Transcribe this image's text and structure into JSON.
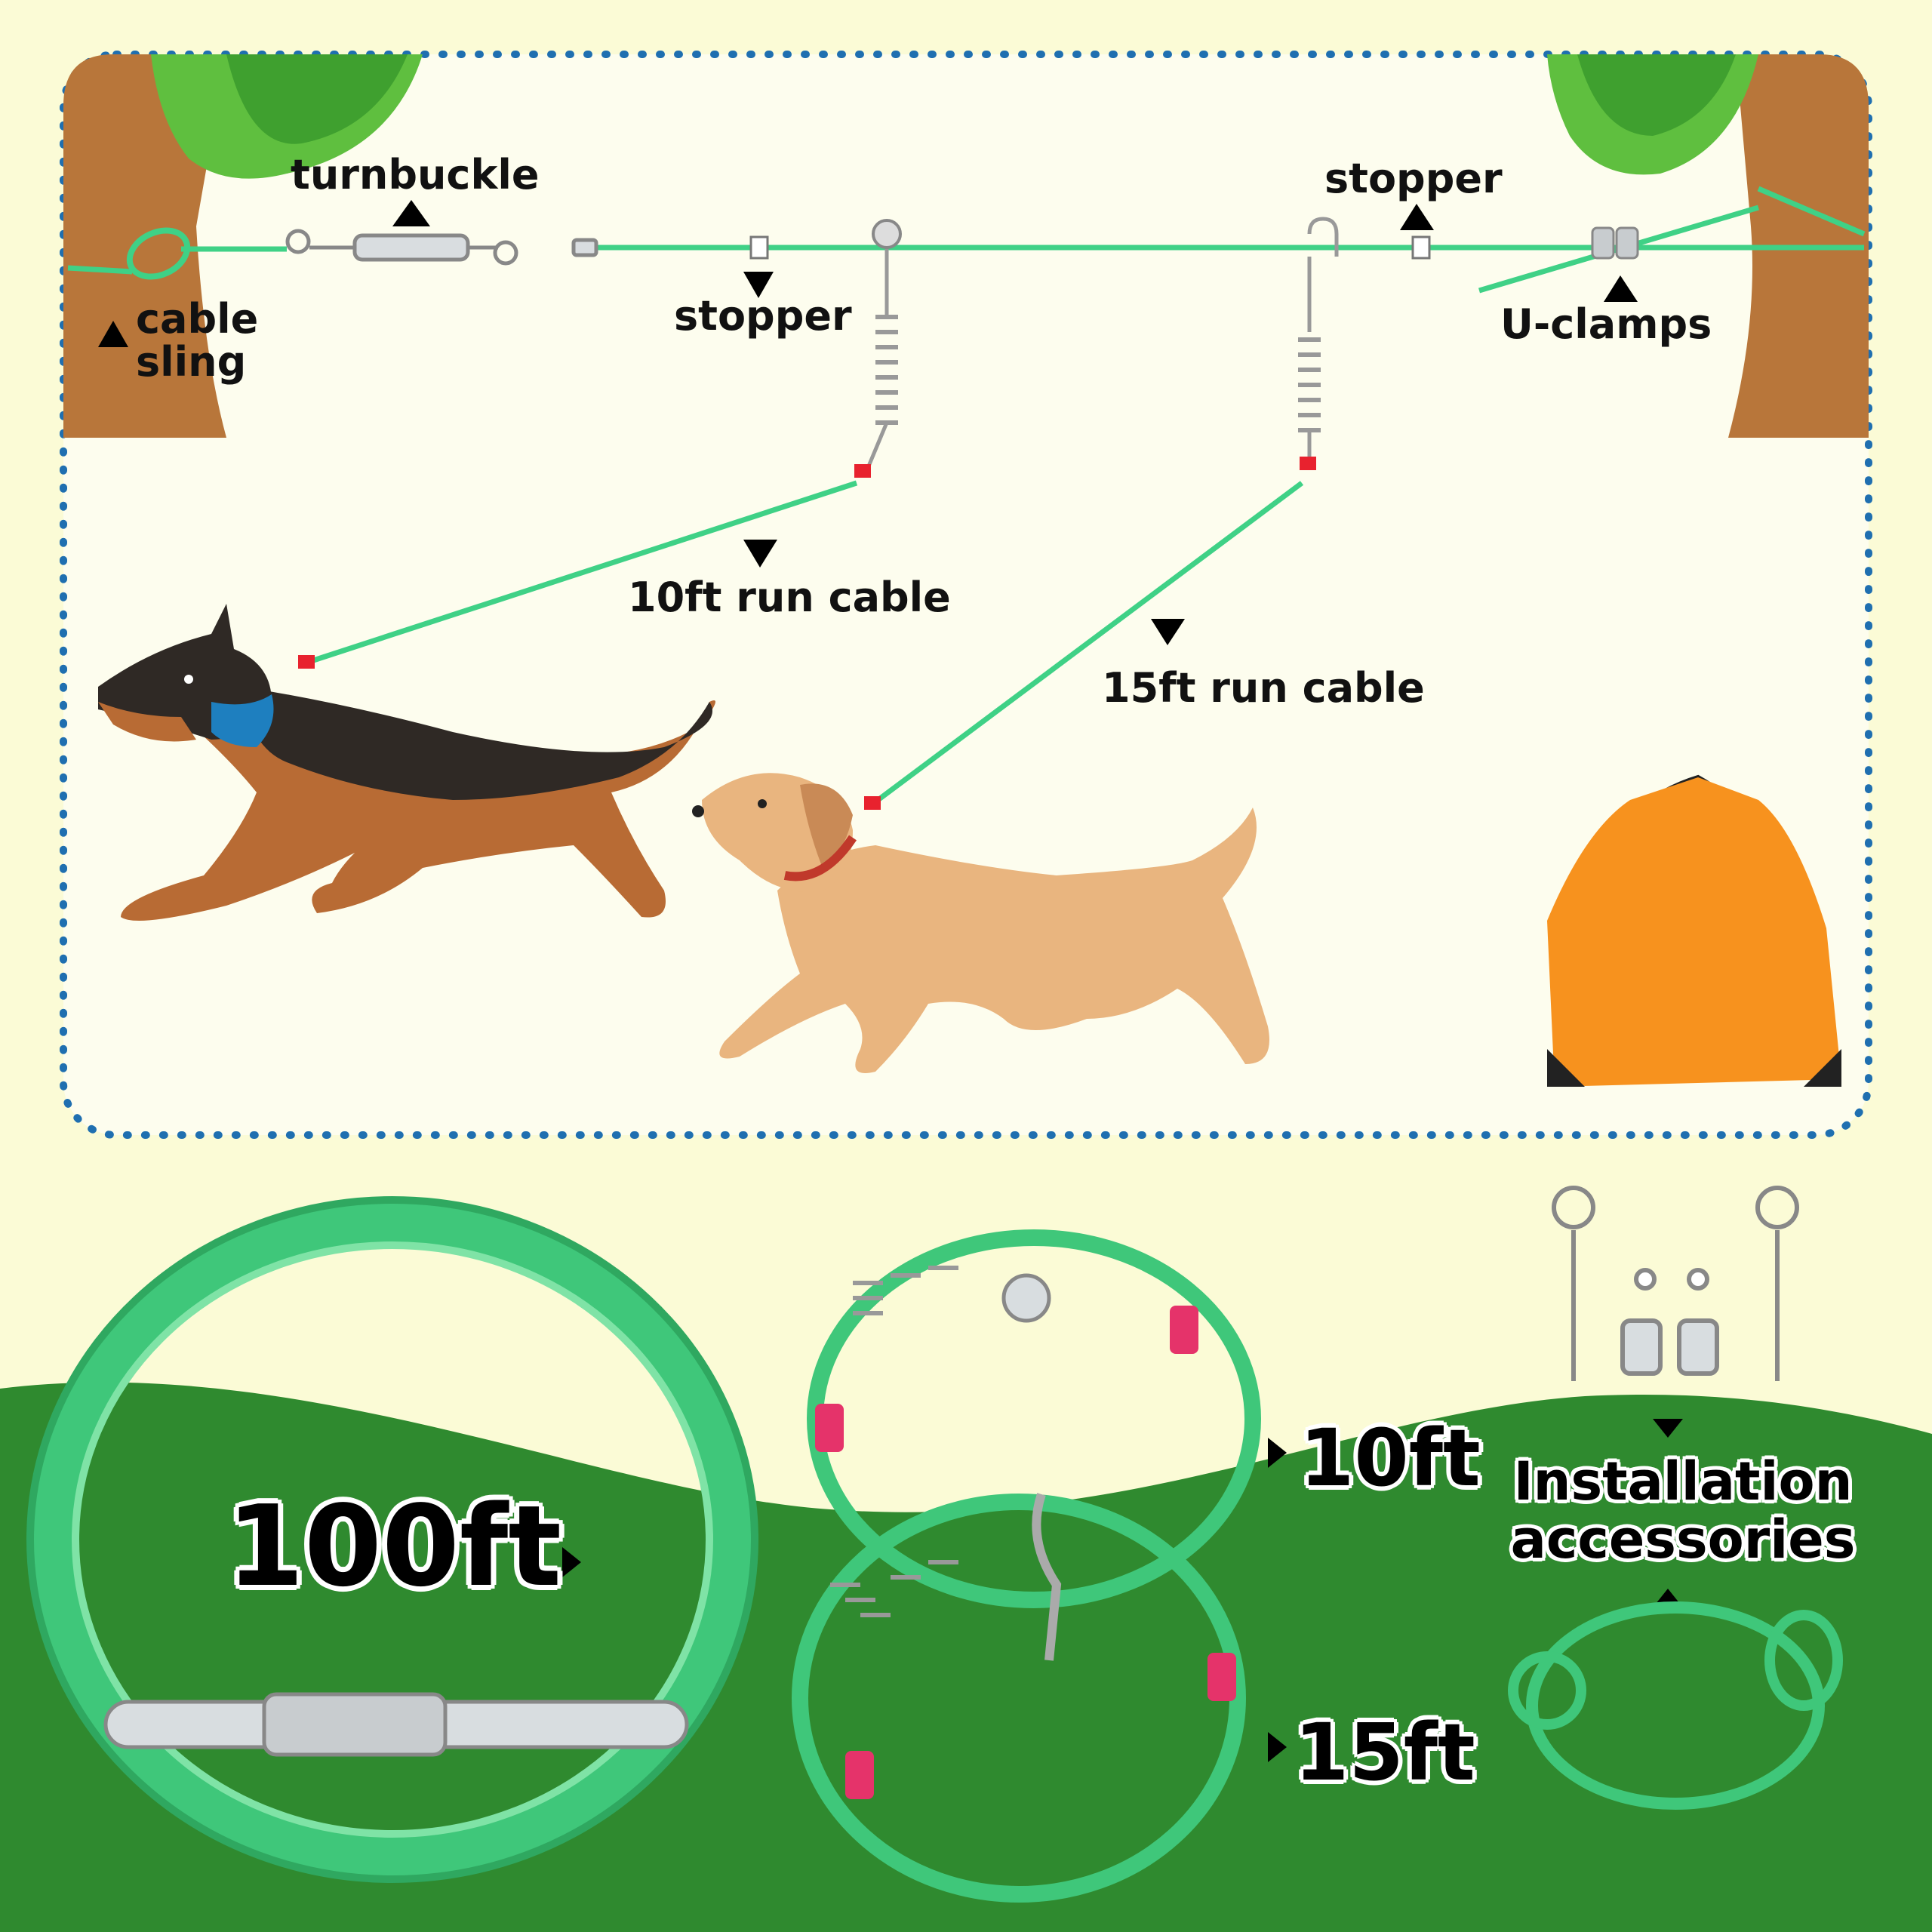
{
  "labels": {
    "turnbuckle": "turnbuckle",
    "stopper_left": "stopper",
    "stopper_right": "stopper",
    "cable_sling": "cable\nsling",
    "u_clamps": "U-clamps",
    "run_cable_10": "10ft run cable",
    "run_cable_15": "15ft run cable"
  },
  "products": {
    "main_cable": "100ft",
    "cable_10": "10ft",
    "cable_15": "15ft",
    "accessories": "Installation\naccessories"
  },
  "colors": {
    "background": "#fbfbd6",
    "grass": "#2f8a2f",
    "cable": "#3fd186",
    "dotted_border": "#1f6fb0",
    "bag": "#f7921e"
  }
}
